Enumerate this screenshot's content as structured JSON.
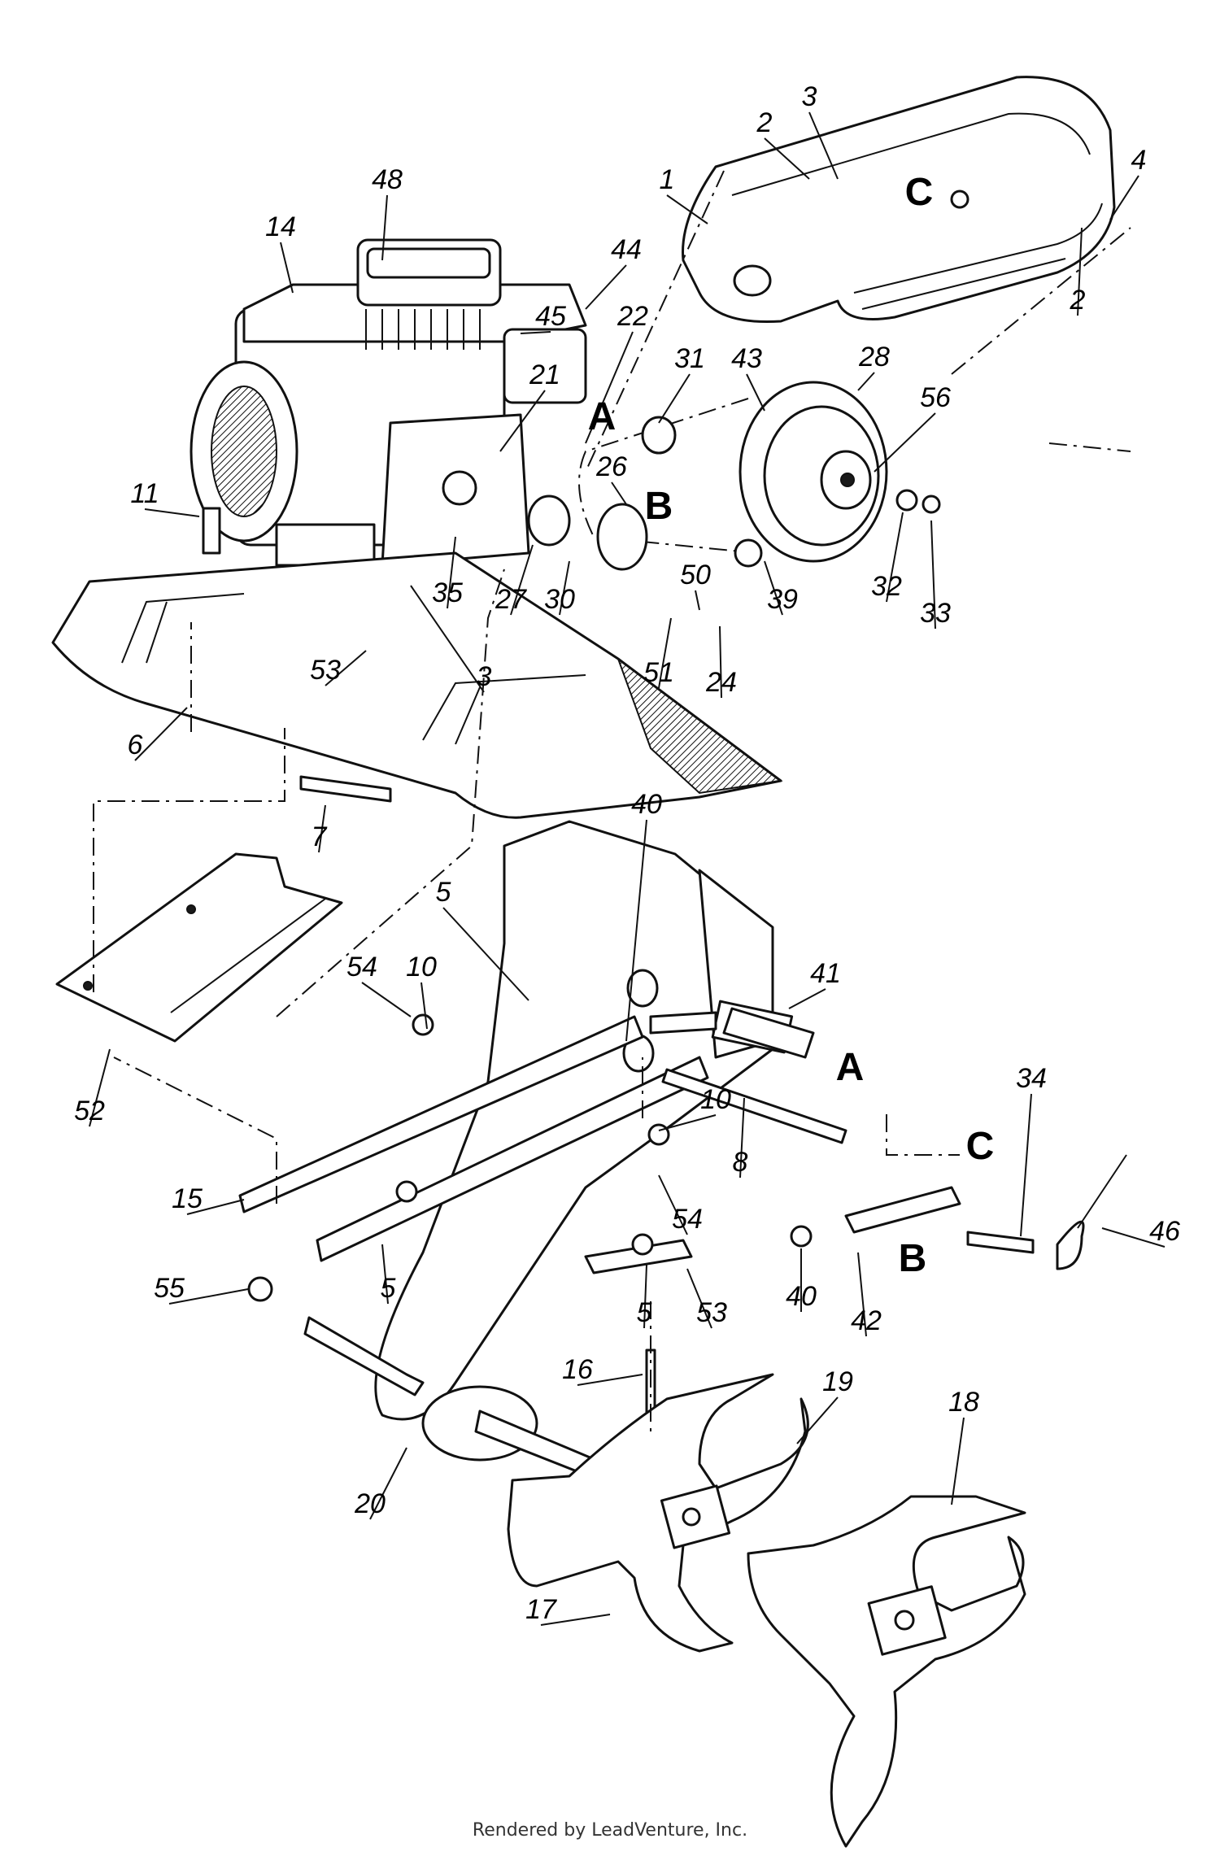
{
  "diagram": {
    "part_numbers": [
      "1",
      "2",
      "3",
      "4",
      "2",
      "48",
      "14",
      "44",
      "45",
      "22",
      "21",
      "31",
      "43",
      "28",
      "56",
      "11",
      "26",
      "35",
      "3",
      "27",
      "30",
      "50",
      "39",
      "32",
      "33",
      "51",
      "24",
      "53",
      "6",
      "7",
      "40",
      "5",
      "54",
      "10",
      "41",
      "8",
      "34",
      "10",
      "54",
      "52",
      "15",
      "5",
      "46",
      "55",
      "53",
      "40",
      "42",
      "5",
      "16",
      "19",
      "18",
      "20",
      "17"
    ],
    "callout_letters": [
      "C",
      "A",
      "B",
      "A",
      "C",
      "B"
    ]
  },
  "footer": "Rendered by LeadVenture, Inc."
}
